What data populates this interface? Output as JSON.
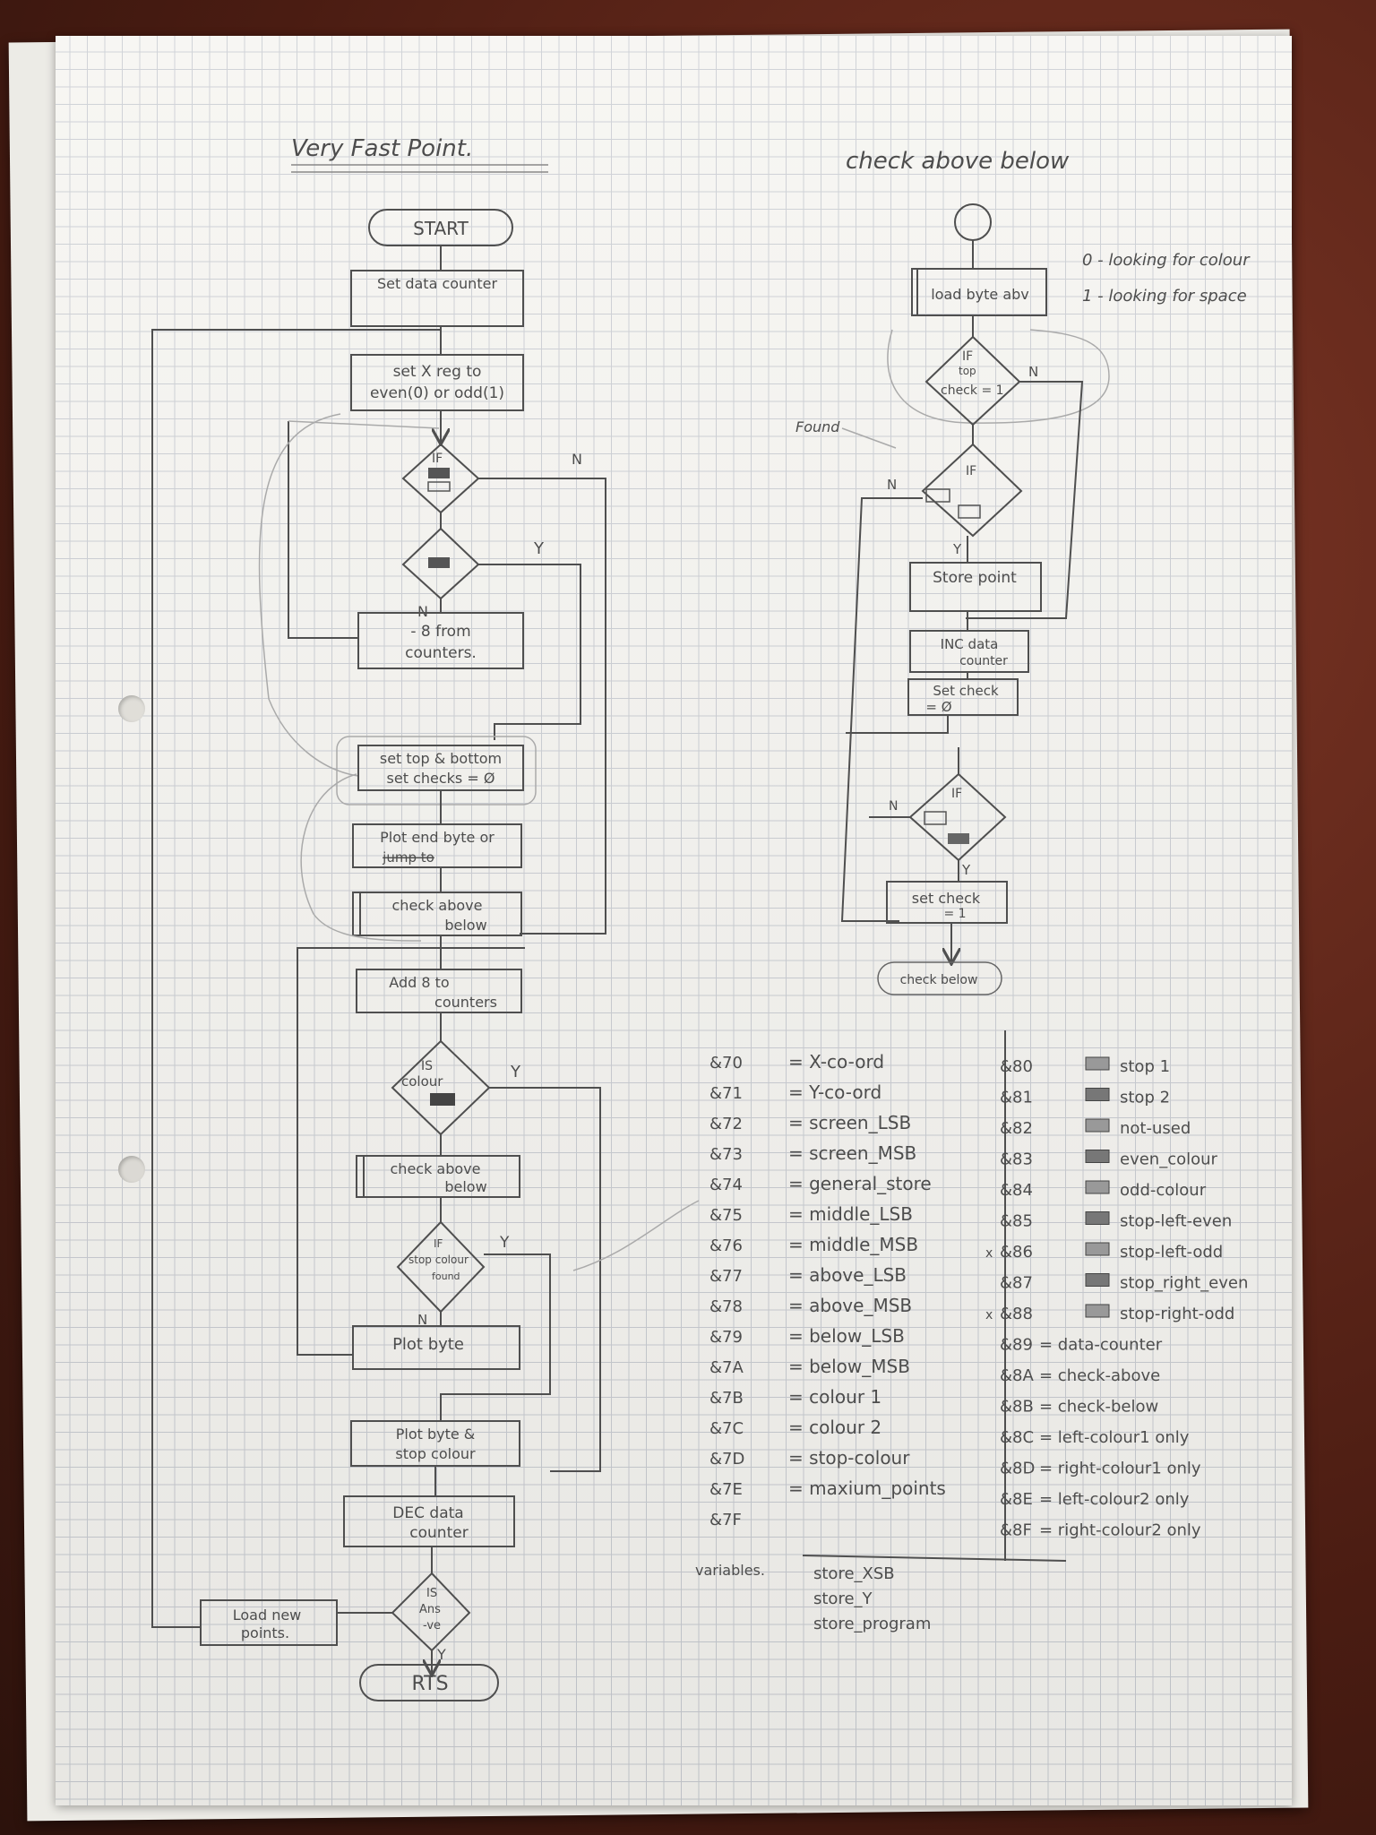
{
  "main_chart": {
    "title": "Very Fast Point.",
    "start": "START",
    "step_set_data_counter": "Set data counter",
    "step_set_x_reg": [
      "set X reg to",
      "even(0) or odd(1)"
    ],
    "decision_if": "IF",
    "step_minus_8": [
      "- 8 from",
      "counters."
    ],
    "step_set_top_bottom": [
      "set top & bottom",
      "set checks = Ø"
    ],
    "step_plot_end_byte": [
      "Plot end byte or",
      "jump to"
    ],
    "step_check_above_below_1": [
      "check above",
      "below"
    ],
    "step_add_8": [
      "Add 8 to",
      "counters"
    ],
    "decision_is_colour": [
      "IS",
      "colour"
    ],
    "step_check_above_below_2": [
      "check above",
      "below"
    ],
    "decision_stop_colour": [
      "IF",
      "stop colour",
      "found"
    ],
    "step_plot_byte": "Plot byte",
    "step_plot_byte_stop": [
      "Plot byte &",
      "stop colour"
    ],
    "step_dec_data": [
      "DEC data",
      "counter"
    ],
    "decision_ans_neg": [
      "IS",
      "Ans",
      "-ve"
    ],
    "step_load_new": [
      "Load new",
      "points."
    ],
    "end": "RTS",
    "label_y": "Y",
    "label_n": "N"
  },
  "sub_chart": {
    "title": "check above below",
    "step_load_byte": "load byte abv",
    "decision_top_check": [
      "IF",
      "top",
      "check = 1"
    ],
    "found_label": "Found",
    "decision_if": "IF",
    "step_store_point": "Store point",
    "step_inc_data": [
      "INC data",
      "counter"
    ],
    "step_set_check_0": [
      "Set check",
      "= Ø"
    ],
    "step_set_check_1": [
      "set check",
      "= 1"
    ],
    "end": "check below"
  },
  "notes": {
    "zero": "0 - looking for colour",
    "one": "1 - looking for space"
  },
  "memory_map_left": [
    {
      "addr": "&70",
      "desc": "= X-co-ord"
    },
    {
      "addr": "&71",
      "desc": "= Y-co-ord"
    },
    {
      "addr": "&72",
      "desc": "= screen_LSB"
    },
    {
      "addr": "&73",
      "desc": "= screen_MSB"
    },
    {
      "addr": "&74",
      "desc": "= general_store"
    },
    {
      "addr": "&75",
      "desc": "= middle_LSB"
    },
    {
      "addr": "&76",
      "desc": "= middle_MSB"
    },
    {
      "addr": "&77",
      "desc": "= above_LSB"
    },
    {
      "addr": "&78",
      "desc": "= above_MSB"
    },
    {
      "addr": "&79",
      "desc": "= below_LSB"
    },
    {
      "addr": "&7A",
      "desc": "= below_MSB"
    },
    {
      "addr": "&7B",
      "desc": "= colour 1"
    },
    {
      "addr": "&7C",
      "desc": "= colour 2"
    },
    {
      "addr": "&7D",
      "desc": "= stop-colour"
    },
    {
      "addr": "&7E",
      "desc": "= maxium_points"
    },
    {
      "addr": "&7F",
      "desc": ""
    }
  ],
  "memory_map_right": [
    {
      "addr": "&80",
      "desc": "stop 1",
      "mark": ""
    },
    {
      "addr": "&81",
      "desc": "stop 2",
      "mark": ""
    },
    {
      "addr": "&82",
      "desc": "not-used",
      "mark": ""
    },
    {
      "addr": "&83",
      "desc": "even_colour",
      "mark": ""
    },
    {
      "addr": "&84",
      "desc": "odd-colour",
      "mark": ""
    },
    {
      "addr": "&85",
      "desc": "stop-left-even",
      "mark": ""
    },
    {
      "addr": "&86",
      "desc": "stop-left-odd",
      "mark": "x"
    },
    {
      "addr": "&87",
      "desc": "stop_right_even",
      "mark": ""
    },
    {
      "addr": "&88",
      "desc": "stop-right-odd",
      "mark": "x"
    },
    {
      "addr": "&89",
      "desc": "= data-counter",
      "mark": ""
    },
    {
      "addr": "&8A",
      "desc": "= check-above",
      "mark": ""
    },
    {
      "addr": "&8B",
      "desc": "= check-below",
      "mark": ""
    },
    {
      "addr": "&8C",
      "desc": "= left-colour1 only",
      "mark": ""
    },
    {
      "addr": "&8D",
      "desc": "= right-colour1 only",
      "mark": ""
    },
    {
      "addr": "&8E",
      "desc": "= left-colour2 only",
      "mark": ""
    },
    {
      "addr": "&8F",
      "desc": "= right-colour2 only",
      "mark": ""
    }
  ],
  "variables": {
    "label": "variables.",
    "items": [
      "store_XSB",
      "store_Y",
      "store_program"
    ]
  }
}
